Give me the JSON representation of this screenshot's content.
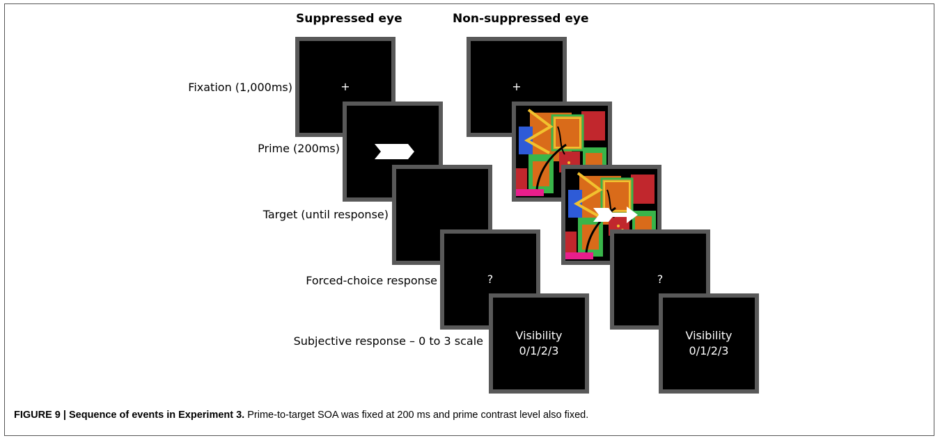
{
  "columns": {
    "suppressed": "Suppressed eye",
    "non_suppressed": "Non-suppressed eye"
  },
  "steps": [
    {
      "label": "Fixation (1,000ms)",
      "suppressed_content": "+",
      "non_suppressed_content": "+"
    },
    {
      "label": "Prime (200ms)",
      "suppressed_content": "prime-arrow",
      "non_suppressed_content": "mondrian-mask"
    },
    {
      "label": "Target (until response)",
      "suppressed_content": "blank",
      "non_suppressed_content": "mondrian-with-target-arrow"
    },
    {
      "label": "Forced-choice response",
      "suppressed_content": "?",
      "non_suppressed_content": "?"
    },
    {
      "label": "Subjective response – 0 to 3 scale",
      "suppressed_content": "Visibility 0/1/2/3",
      "non_suppressed_content": "Visibility 0/1/2/3"
    }
  ],
  "screens": {
    "fixation_symbol": "+",
    "question_symbol": "?",
    "visibility_line1": "Visibility",
    "visibility_line2": "0/1/2/3"
  },
  "caption": {
    "label": "FIGURE 9 | Sequence of events in Experiment 3.",
    "text": " Prime-to-target SOA was fixed at 200 ms and prime contrast level also fixed."
  },
  "colors": {
    "screen_background": "#000000",
    "screen_border": "#595959",
    "mondrian_palette": [
      "#c1272d",
      "#e0a030",
      "#2e5bd7",
      "#39b54a",
      "#e91e8c",
      "#f2c12e",
      "#d96b1a"
    ]
  }
}
